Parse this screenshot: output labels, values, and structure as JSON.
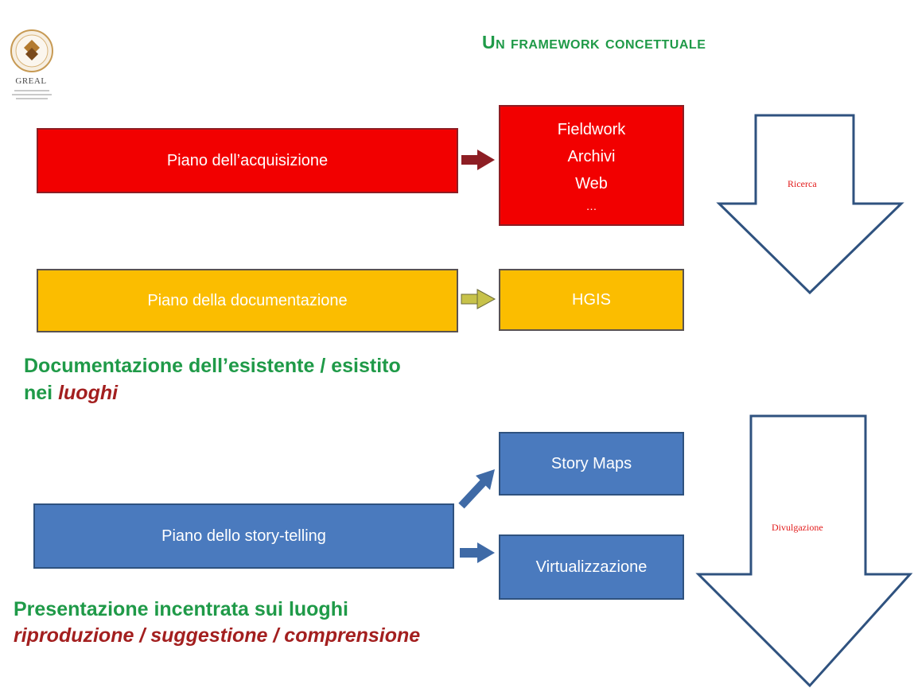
{
  "logo": {
    "name": "GREAL"
  },
  "title": "Un framework concettuale",
  "boxes": {
    "acquisizione": "Piano dell’acquisizione",
    "sources": [
      "Fieldwork",
      "Archivi",
      "Web",
      "…"
    ],
    "documentazione": "Piano della documentazione",
    "hgis": "HGIS",
    "storytelling": "Piano dello story-telling",
    "storymaps": "Story Maps",
    "virtualizzazione": "Virtualizzazione"
  },
  "documentazione_caption": {
    "line1": "Documentazione dell’esistente / esistito",
    "line2_prefix": "nei ",
    "line2_emph": "luoghi"
  },
  "presentazione_caption": {
    "line1": "Presentazione incentrata sui luoghi",
    "line2": "riproduzione / suggestione / comprensione"
  },
  "big_arrows": {
    "ricerca": "Ricerca",
    "divulgazione": "Divulgazione"
  },
  "colors": {
    "green": "#1f9a48",
    "red": "#f20000",
    "gold": "#fbbd00",
    "blue": "#4a7abe"
  }
}
